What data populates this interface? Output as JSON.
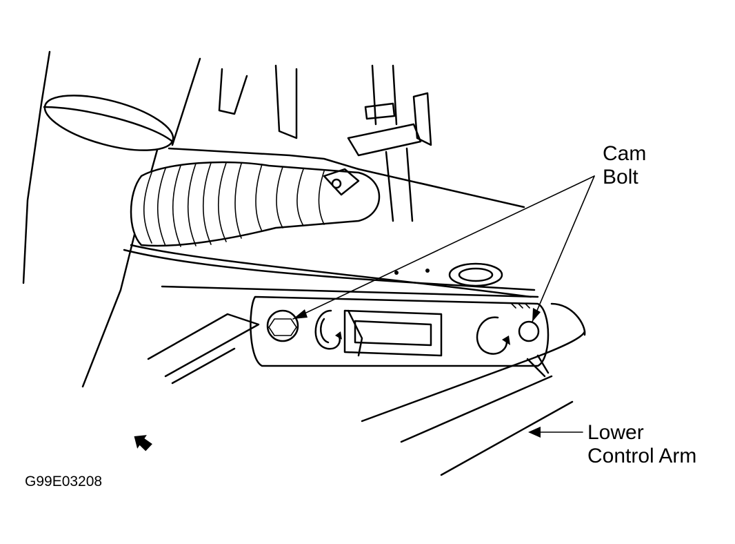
{
  "labels": {
    "cam_bolt_line1": "Cam",
    "cam_bolt_line2": "Bolt",
    "lower_control_arm_line1": "Lower",
    "lower_control_arm_line2": "Control Arm",
    "figure_code": "G99E03208"
  },
  "colors": {
    "ink": "#000000",
    "background": "#ffffff"
  }
}
